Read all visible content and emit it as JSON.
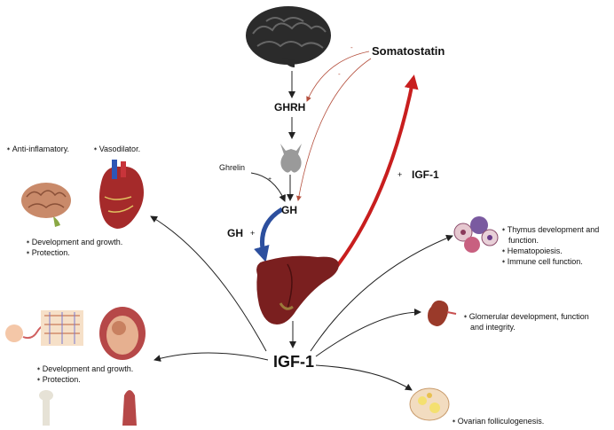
{
  "hormones": {
    "somatostatin": "Somatostatin",
    "ghrh": "GHRH",
    "ghrelin": "Ghrelin",
    "gh_center": "GH",
    "gh_left": "GH",
    "igf1_feedback": "IGF-1",
    "igf1_main": "IGF-1"
  },
  "signs": {
    "somatostatin_inhibit_1": "-",
    "somatostatin_inhibit_2": "-",
    "ghrelin_stim": "+",
    "gh_stim": "+",
    "igf1_stim": "+"
  },
  "effects": {
    "heart_brain": {
      "anti_inflammatory": "Anti-inflamatory.",
      "vasodilator": "Vasodilator.",
      "development": "Development and growth.",
      "protection": "Protection."
    },
    "placenta_fetus": {
      "development": "Development and growth.",
      "protection": "Protection."
    },
    "immune": {
      "line1": "Thymus development and",
      "line2": "function.",
      "line3": "Hematopoiesis.",
      "line4": "Immune cell function."
    },
    "kidney": {
      "line1": "Glomerular development, function",
      "line2": "and integrity."
    },
    "ovary": {
      "line1": "Ovarian folliculogenesis."
    }
  },
  "colors": {
    "feedback_arrow": "#c81e1e",
    "gh_arrow": "#2c4f9e",
    "inhibit_line": "#b5503e",
    "liver": "#7a1f1f",
    "brain": "#2b2b2b",
    "pituitary": "#9a9a9a"
  }
}
